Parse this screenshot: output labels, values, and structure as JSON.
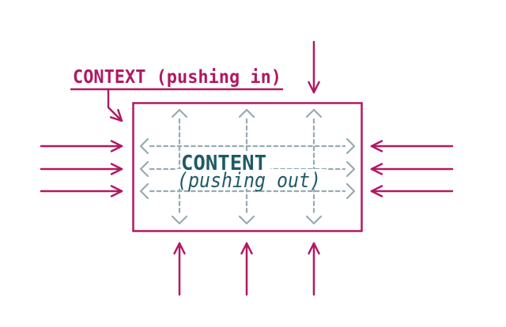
{
  "diagram": {
    "title_label": "CONTEXT (pushing in)",
    "content_line1": "CONTENT",
    "content_line2": "(pushing out)"
  },
  "colors": {
    "background": "#ffffff",
    "magenta": "#b11961",
    "teal": "#1d5a68",
    "dash_gray": "#97aab2"
  }
}
